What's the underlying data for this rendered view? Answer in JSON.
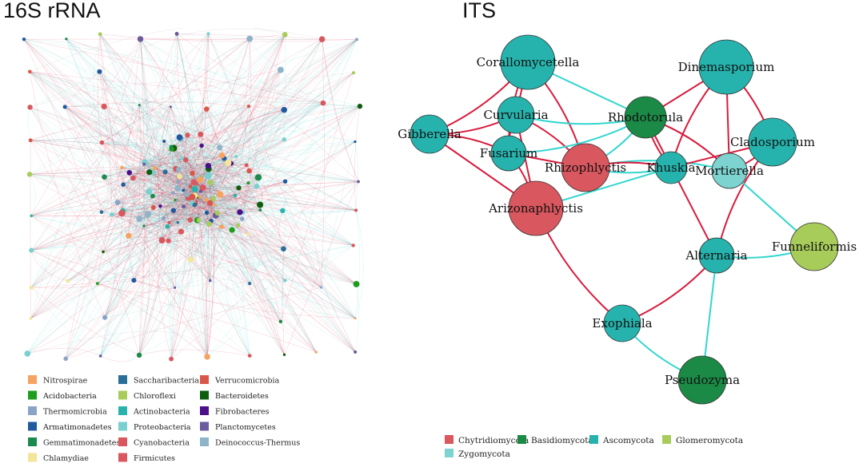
{
  "panels": {
    "left_title": "16S rRNA",
    "right_title": "ITS"
  },
  "legend_16s": [
    {
      "label": "Nitrospirae",
      "color": "#f4a460"
    },
    {
      "label": "Acidobacteria",
      "color": "#1e9e1e"
    },
    {
      "label": "Thermomicrobia",
      "color": "#8aa4c8"
    },
    {
      "label": "Armatimonadetes",
      "color": "#1f5a9e"
    },
    {
      "label": "Gemmatimonadetes",
      "color": "#1b8a4c"
    },
    {
      "label": "Chlamydiae",
      "color": "#f3e699"
    },
    {
      "label": "Saccharibacteria",
      "color": "#2a6f97"
    },
    {
      "label": "Chloroflexi",
      "color": "#a8cc5a"
    },
    {
      "label": "Actinobacteria",
      "color": "#2ab3ac"
    },
    {
      "label": "Proteobacteria",
      "color": "#79d0cf"
    },
    {
      "label": "Cyanobacteria",
      "color": "#d9575e"
    },
    {
      "label": "Firmicutes",
      "color": "#d9575e"
    },
    {
      "label": "Verrucomicrobia",
      "color": "#d9574a"
    },
    {
      "label": "Bacteroidetes",
      "color": "#0f5e0f"
    },
    {
      "label": "Fibrobacteres",
      "color": "#4b0f8a"
    },
    {
      "label": "Planctomycetes",
      "color": "#6a5a9e"
    },
    {
      "label": "Deinococcus-Thermus",
      "color": "#8fb3c8"
    }
  ],
  "legend_its": [
    {
      "label": "Chytridiomycota",
      "color": "#d9575e"
    },
    {
      "label": "Basidiomycota",
      "color": "#1b8a46"
    },
    {
      "label": "Ascomycota",
      "color": "#26b3ad"
    },
    {
      "label": "Glomeromycota",
      "color": "#a8cc5a"
    },
    {
      "label": "Zygomycota",
      "color": "#7dd3d0"
    }
  ],
  "its_nodes": [
    {
      "id": "Corallomycetella",
      "label": "Corallomycetella",
      "phylum": "Ascomycota"
    },
    {
      "id": "Dinemasporium",
      "label": "Dinemasporium",
      "phylum": "Ascomycota"
    },
    {
      "id": "Curvularia",
      "label": "Curvularia",
      "phylum": "Ascomycota"
    },
    {
      "id": "Rhodotorula",
      "label": "Rhodotorula",
      "phylum": "Basidiomycota"
    },
    {
      "id": "Gibberella",
      "label": "Gibberella",
      "phylum": "Ascomycota"
    },
    {
      "id": "Fusarium",
      "label": "Fusarium",
      "phylum": "Ascomycota"
    },
    {
      "id": "Rhizophlyctis",
      "label": "Rhizophlyctis",
      "phylum": "Chytridiomycota"
    },
    {
      "id": "Khuskia",
      "label": "Khuskia",
      "phylum": "Ascomycota"
    },
    {
      "id": "Cladosporium",
      "label": "Cladosporium",
      "phylum": "Ascomycota"
    },
    {
      "id": "Mortierella",
      "label": "Mortierella",
      "phylum": "Zygomycota"
    },
    {
      "id": "Arizonaphlyctis",
      "label": "Arizonaphlyctis",
      "phylum": "Chytridiomycota"
    },
    {
      "id": "Funneliformis",
      "label": "Funneliformis",
      "phylum": "Glomeromycota"
    },
    {
      "id": "Alternaria",
      "label": "Alternaria",
      "phylum": "Ascomycota"
    },
    {
      "id": "Exophiala",
      "label": "Exophiala",
      "phylum": "Ascomycota"
    },
    {
      "id": "Pseudozyma",
      "label": "Pseudozyma",
      "phylum": "Basidiomycota"
    }
  ],
  "its_edges": [
    {
      "source": "Corallomycetella",
      "target": "Gibberella",
      "sign": "negative"
    },
    {
      "source": "Corallomycetella",
      "target": "Curvularia",
      "sign": "negative"
    },
    {
      "source": "Corallomycetella",
      "target": "Fusarium",
      "sign": "negative"
    },
    {
      "source": "Corallomycetella",
      "target": "Rhizophlyctis",
      "sign": "negative"
    },
    {
      "source": "Corallomycetella",
      "target": "Rhodotorula",
      "sign": "positive"
    },
    {
      "source": "Gibberella",
      "target": "Curvularia",
      "sign": "negative"
    },
    {
      "source": "Gibberella",
      "target": "Fusarium",
      "sign": "negative"
    },
    {
      "source": "Gibberella",
      "target": "Arizonaphlyctis",
      "sign": "negative"
    },
    {
      "source": "Curvularia",
      "target": "Fusarium",
      "sign": "negative"
    },
    {
      "source": "Curvularia",
      "target": "Rhizophlyctis",
      "sign": "negative"
    },
    {
      "source": "Curvularia",
      "target": "Arizonaphlyctis",
      "sign": "negative"
    },
    {
      "source": "Curvularia",
      "target": "Rhodotorula",
      "sign": "positive"
    },
    {
      "source": "Fusarium",
      "target": "Arizonaphlyctis",
      "sign": "negative"
    },
    {
      "source": "Fusarium",
      "target": "Rhizophlyctis",
      "sign": "negative"
    },
    {
      "source": "Fusarium",
      "target": "Rhodotorula",
      "sign": "positive"
    },
    {
      "source": "Rhodotorula",
      "target": "Rhizophlyctis",
      "sign": "positive"
    },
    {
      "source": "Rhodotorula",
      "target": "Dinemasporium",
      "sign": "negative"
    },
    {
      "source": "Rhodotorula",
      "target": "Khuskia",
      "sign": "negative"
    },
    {
      "source": "Rhodotorula",
      "target": "Mortierella",
      "sign": "negative"
    },
    {
      "source": "Rhodotorula",
      "target": "Alternaria",
      "sign": "negative"
    },
    {
      "source": "Rhizophlyctis",
      "target": "Khuskia",
      "sign": "positive"
    },
    {
      "source": "Rhizophlyctis",
      "target": "Mortierella",
      "sign": "positive"
    },
    {
      "source": "Arizonaphlyctis",
      "target": "Khuskia",
      "sign": "positive"
    },
    {
      "source": "Arizonaphlyctis",
      "target": "Exophiala",
      "sign": "negative"
    },
    {
      "source": "Khuskia",
      "target": "Dinemasporium",
      "sign": "negative"
    },
    {
      "source": "Khuskia",
      "target": "Cladosporium",
      "sign": "negative"
    },
    {
      "source": "Khuskia",
      "target": "Rhizophlyctis",
      "sign": "negative"
    },
    {
      "source": "Dinemasporium",
      "target": "Cladosporium",
      "sign": "negative"
    },
    {
      "source": "Dinemasporium",
      "target": "Mortierella",
      "sign": "negative"
    },
    {
      "source": "Cladosporium",
      "target": "Alternaria",
      "sign": "negative"
    },
    {
      "source": "Cladosporium",
      "target": "Mortierella",
      "sign": "negative"
    },
    {
      "source": "Mortierella",
      "target": "Funneliformis",
      "sign": "positive"
    },
    {
      "source": "Alternaria",
      "target": "Funneliformis",
      "sign": "positive"
    },
    {
      "source": "Alternaria",
      "target": "Exophiala",
      "sign": "negative"
    },
    {
      "source": "Alternaria",
      "target": "Pseudozyma",
      "sign": "positive"
    },
    {
      "source": "Exophiala",
      "target": "Pseudozyma",
      "sign": "positive"
    }
  ],
  "edge_colors": {
    "negative": "#d81b3c",
    "positive": "#33d6cf"
  }
}
